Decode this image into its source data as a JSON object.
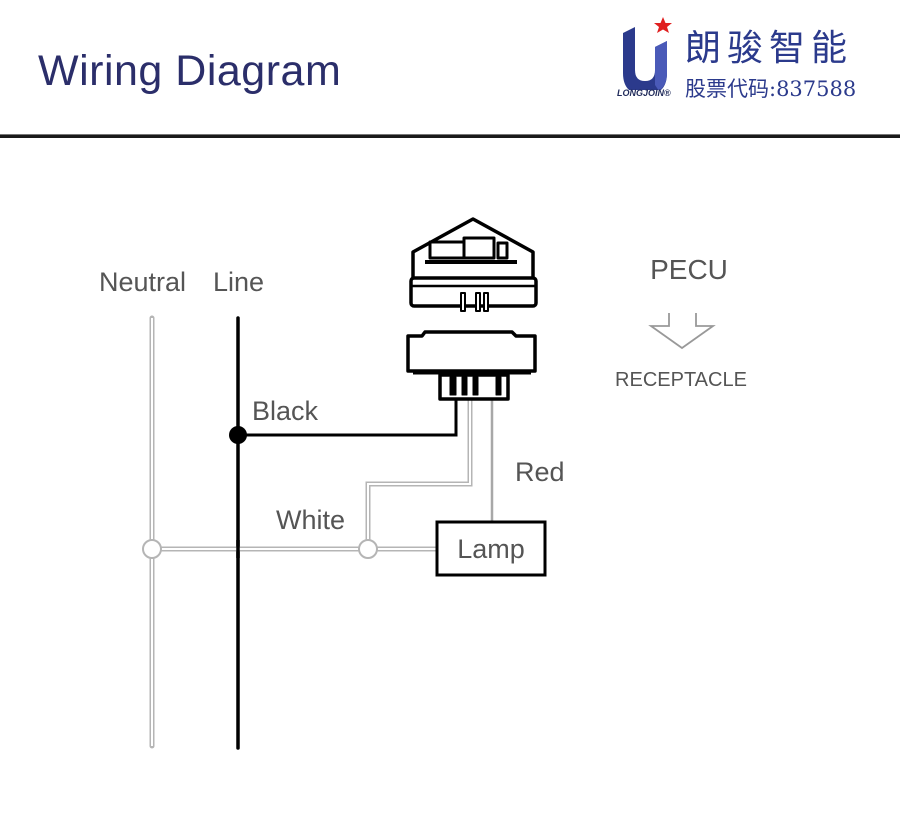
{
  "header": {
    "title": "Wiring Diagram",
    "logo": {
      "brand": "LONGJOIN",
      "registered_mark": "®",
      "company_name_cn": "朗骏智能",
      "stock_code_label": "股票代码:837588",
      "colors": {
        "primary": "#2b3a8c",
        "star": "#e02020"
      }
    },
    "title_color": "#2b2e6a"
  },
  "diagram": {
    "wire_labels": {
      "neutral": "Neutral",
      "line": "Line",
      "black": "Black",
      "white": "White",
      "red": "Red"
    },
    "components": {
      "pecu": "PECU",
      "receptacle": "RECEPTACLE",
      "lamp": "Lamp"
    },
    "colors": {
      "line_wire": "#000000",
      "neutral_wire": "#b5b5b5",
      "label_text": "#555555"
    }
  }
}
